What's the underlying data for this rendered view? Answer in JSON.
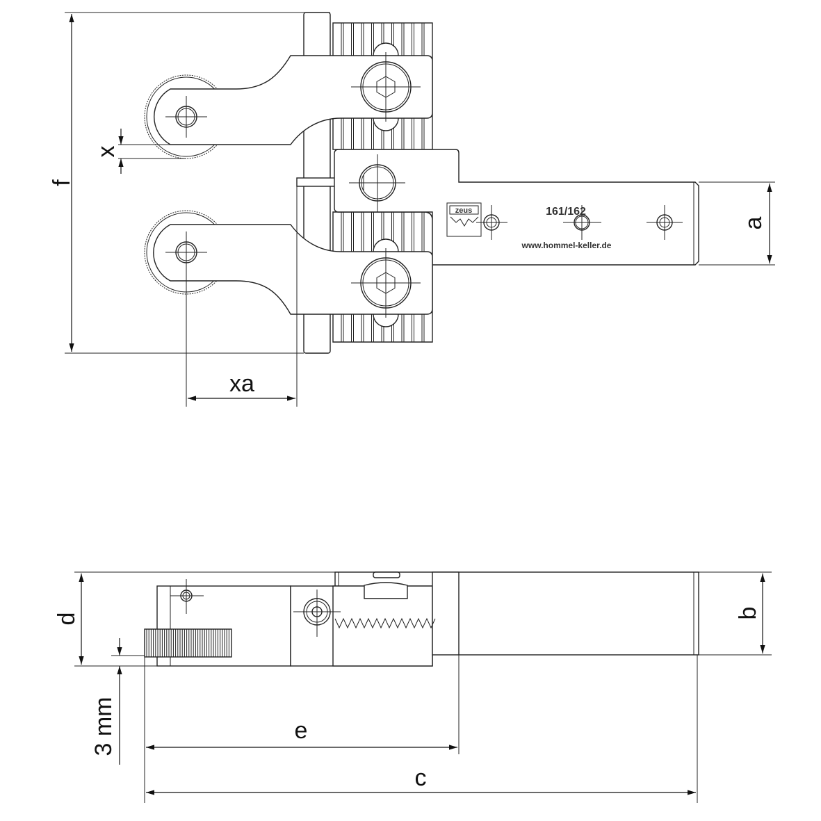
{
  "drawing": {
    "part_number": "161/162",
    "website": "www.hommel-keller.de",
    "logo_text": "zeus"
  },
  "dimensions": {
    "f": "f",
    "x": "x",
    "a": "a",
    "xa": "xa",
    "d": "d",
    "b": "b",
    "three_mm": "3 mm",
    "e": "e",
    "c": "c"
  },
  "colors": {
    "line": "#222222",
    "background": "#ffffff"
  }
}
